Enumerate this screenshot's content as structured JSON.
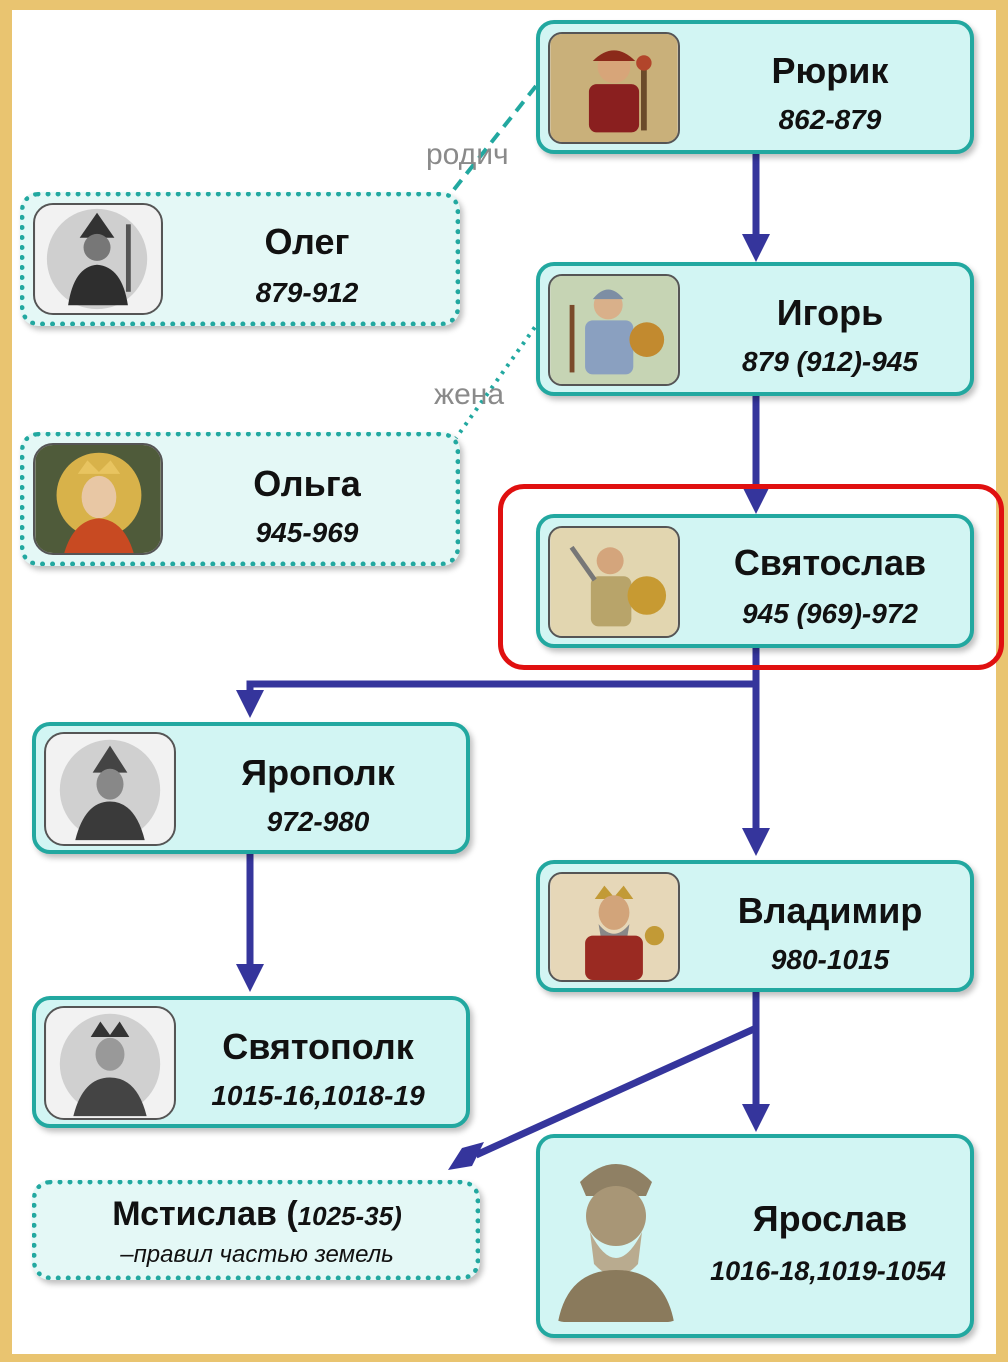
{
  "rulers": {
    "rurik": {
      "name": "Рюрик",
      "years": "862-879",
      "portrait_icon": "warrior-portrait-icon"
    },
    "oleg": {
      "name": "Олег",
      "years": "879-912",
      "portrait_icon": "helmeted-prince-portrait-icon"
    },
    "igor": {
      "name": "Игорь",
      "years": "879 (912)-945",
      "portrait_icon": "armored-prince-portrait-icon"
    },
    "olga": {
      "name": "Ольга",
      "years": "945-969",
      "portrait_icon": "crowned-princess-icon-portrait"
    },
    "svyatoslav": {
      "name": "Святослав",
      "years": "945 (969)-972",
      "portrait_icon": "sword-shield-prince-portrait-icon"
    },
    "yaropolk": {
      "name": "Ярополк",
      "years": "972-980",
      "portrait_icon": "helmeted-prince-portrait-icon"
    },
    "vladimir": {
      "name": "Владимир",
      "years": "980-1015",
      "portrait_icon": "crowned-prince-portrait-icon"
    },
    "svyatopolk": {
      "name": "Святополк",
      "years": "1015-16,1018-19",
      "portrait_icon": "crowned-prince-portrait-icon"
    },
    "mstislav": {
      "name": "Мстислав (",
      "years": "1025-35)",
      "note": "–правил частью земель"
    },
    "yaroslav": {
      "name": "Ярослав",
      "years": "1016-18,1019-1054",
      "portrait_icon": "bearded-elder-bust-icon"
    }
  },
  "relations": {
    "relative_label": "родич",
    "wife_label": "жена"
  },
  "colors": {
    "card_fill": "#d2f5f3",
    "card_border": "#22a8a0",
    "arrow": "#35359c",
    "highlight": "#e01010",
    "frame": "#e9c470"
  }
}
